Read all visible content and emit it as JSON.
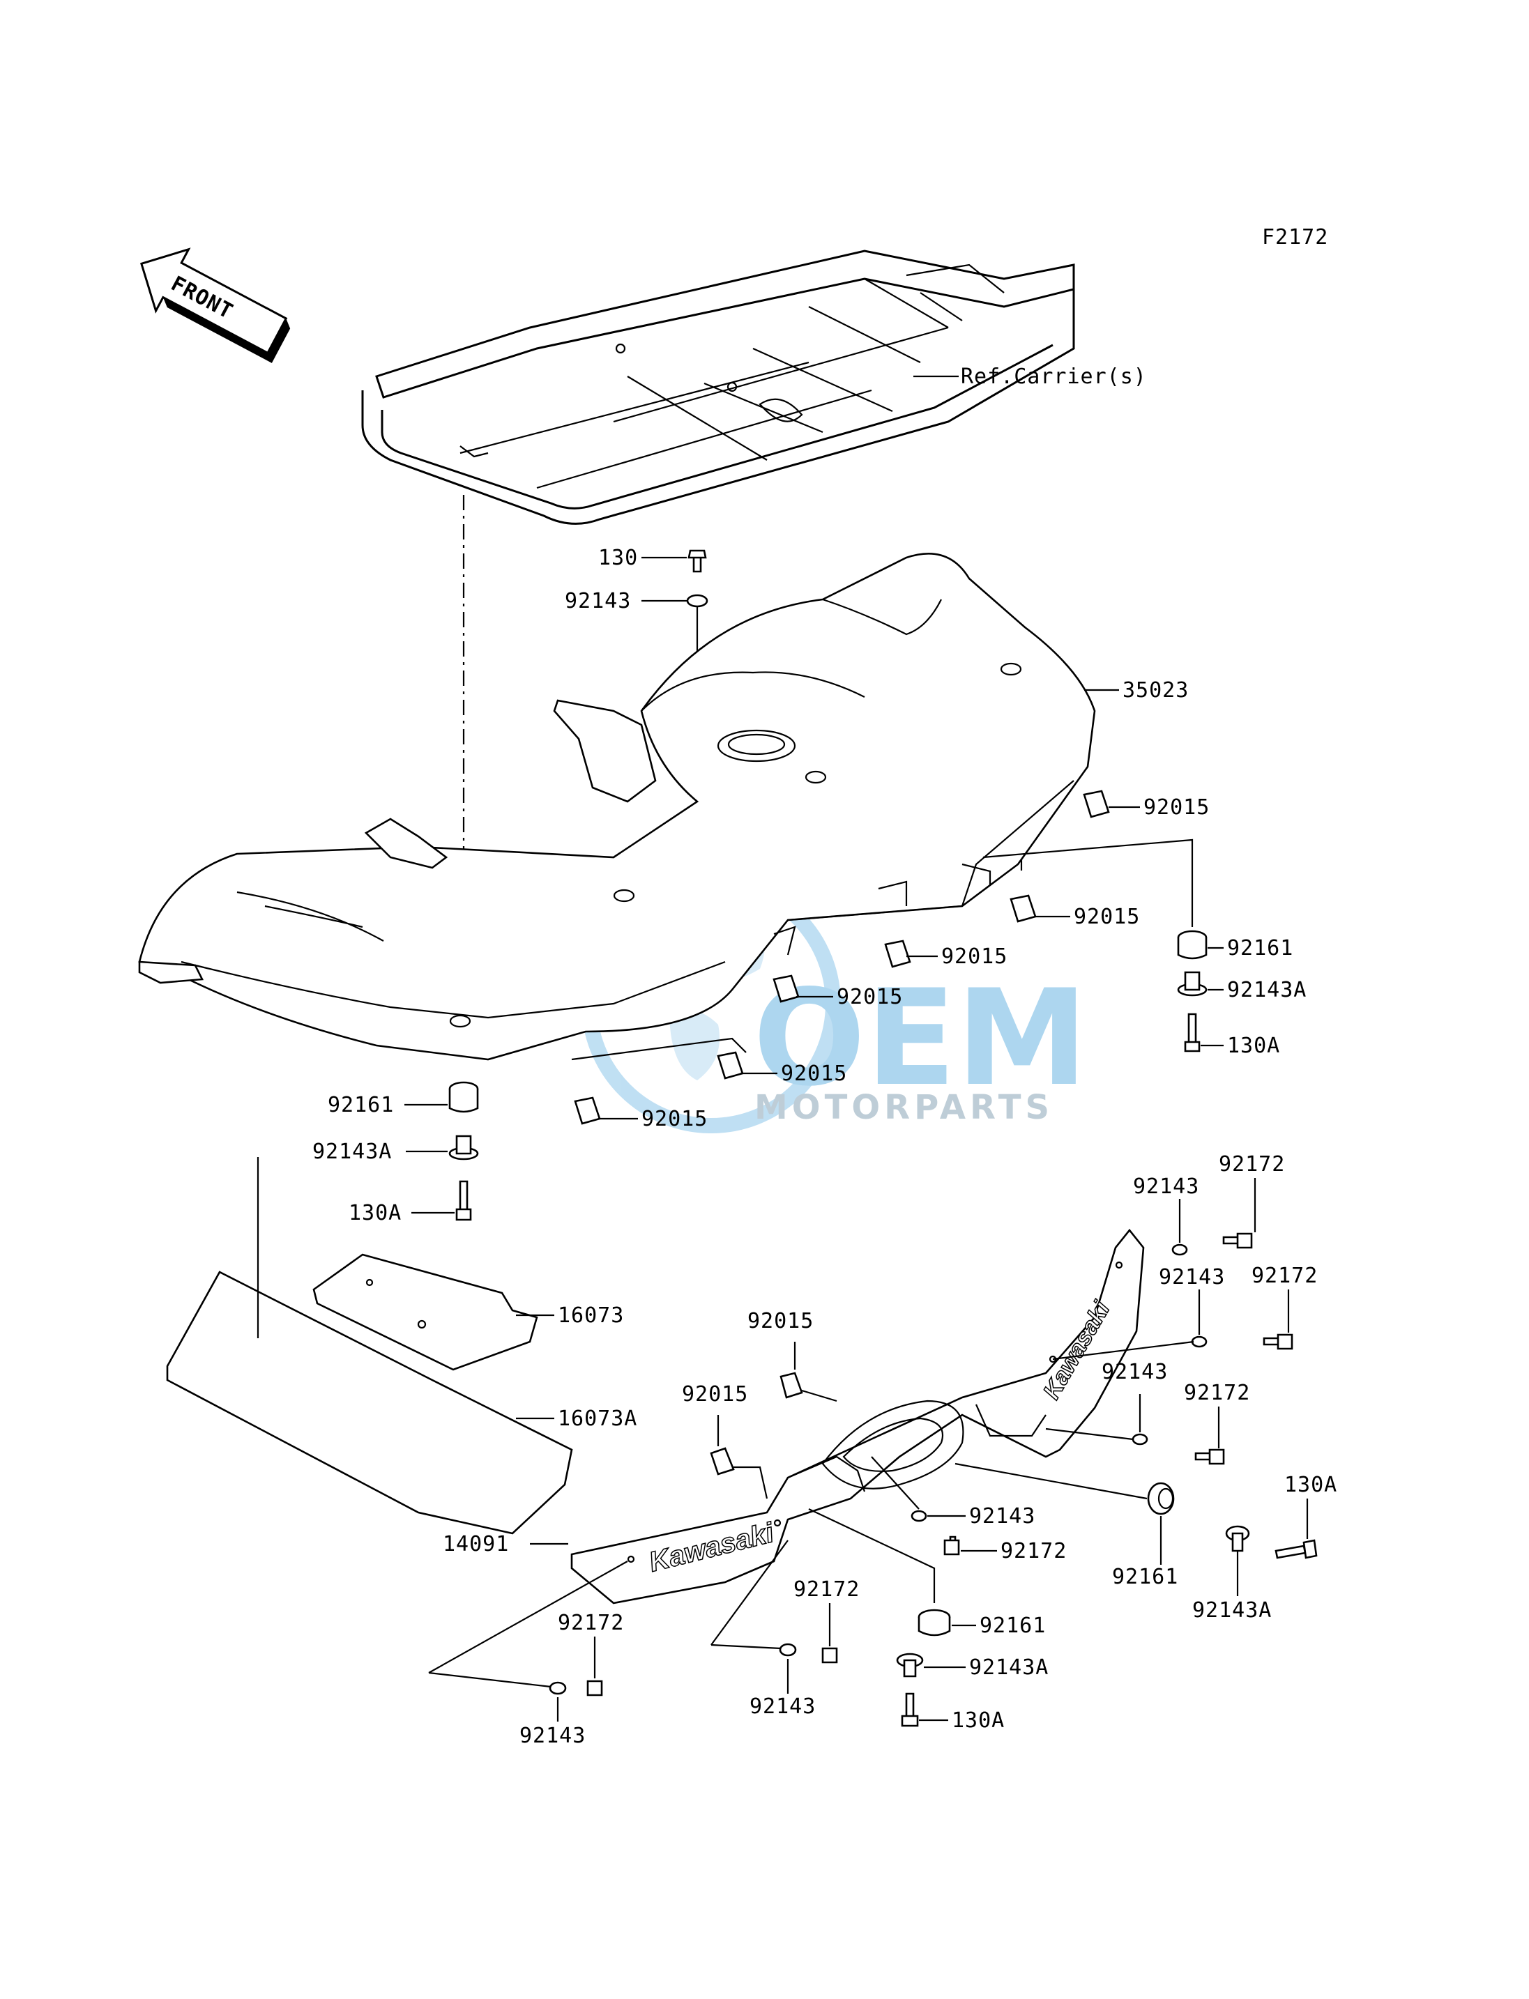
{
  "figure_code": "F2172",
  "front_label": "FRONT",
  "ref_carrier": "Ref.Carrier(s)",
  "brand_text": "Kawasaki",
  "watermark": {
    "main": "OEM",
    "sub": "MOTORPARTS",
    "color": "#4aa3d8"
  },
  "labels": {
    "p130": "130",
    "p92143_top": "92143",
    "p35023": "35023",
    "p92015_a": "92015",
    "p92015_b": "92015",
    "p92015_c": "92015",
    "p92015_d": "92015",
    "p92015_e": "92015",
    "p92015_f": "92015",
    "p92161_r": "92161",
    "p92143A_r": "92143A",
    "p130A_r": "130A",
    "p92161_l": "92161",
    "p92143A_l": "92143A",
    "p130A_l": "130A",
    "p16073": "16073",
    "p16073A": "16073A",
    "p92143_g1": "92143",
    "p92172_g1": "92172",
    "p92143_g2": "92143",
    "p92172_g2": "92172",
    "p92143_g3": "92143",
    "p92172_g3": "92172",
    "p92015_g": "92015",
    "p92015_h": "92015",
    "p14091": "14091",
    "p92143_m": "92143",
    "p92172_m": "92172",
    "p92161_b": "92161",
    "p130A_b": "130A",
    "p92143A_b": "92143A",
    "p92172_bl": "92172",
    "p92143_bl": "92143",
    "p92172_bm": "92172",
    "p92143_bm": "92143",
    "p92161_bm": "92161",
    "p92143A_bm": "92143A",
    "p130A_bm": "130A"
  }
}
